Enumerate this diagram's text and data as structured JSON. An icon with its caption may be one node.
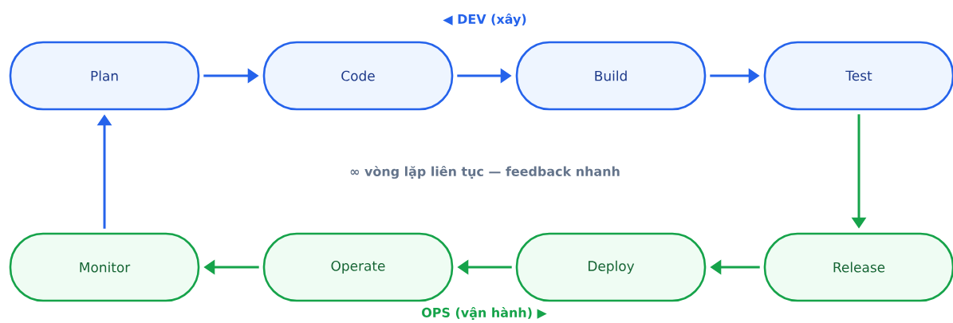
{
  "diagram": {
    "nodes": [
      {
        "text": [
          "Plan"
        ]
      },
      {
        "text": [
          "Code"
        ]
      },
      {
        "text": [
          "Build"
        ]
      },
      {
        "text": [
          "Test"
        ]
      },
      {
        "text": [
          "Release"
        ]
      },
      {
        "text": [
          "Deploy"
        ]
      },
      {
        "text": [
          "Operate"
        ]
      },
      {
        "text": [
          "Monitor"
        ]
      }
    ],
    "edges": [
      {
        "from": 0,
        "to": 1,
        "arrow": "to"
      },
      {
        "from": 1,
        "to": 2,
        "arrow": "to"
      },
      {
        "from": 2,
        "to": 3,
        "arrow": "to"
      },
      {
        "from": 3,
        "to": 4,
        "arrow": "to",
        "color": "#16a34a"
      },
      {
        "from": 4,
        "to": 5,
        "arrow": "to",
        "color": "#16a34a"
      },
      {
        "from": 5,
        "to": 6,
        "arrow": "to",
        "color": "#16a34a"
      },
      {
        "from": 6,
        "to": 7,
        "arrow": "to",
        "color": "#16a34a"
      },
      {
        "from": 7,
        "to": 0,
        "arrow": "to"
      }
    ],
    "labels": [
      "◀ DEV (xây)",
      "∞ vòng lặp liên tục — feedback nhanh",
      "OPS (vận hành) ▶"
    ]
  }
}
